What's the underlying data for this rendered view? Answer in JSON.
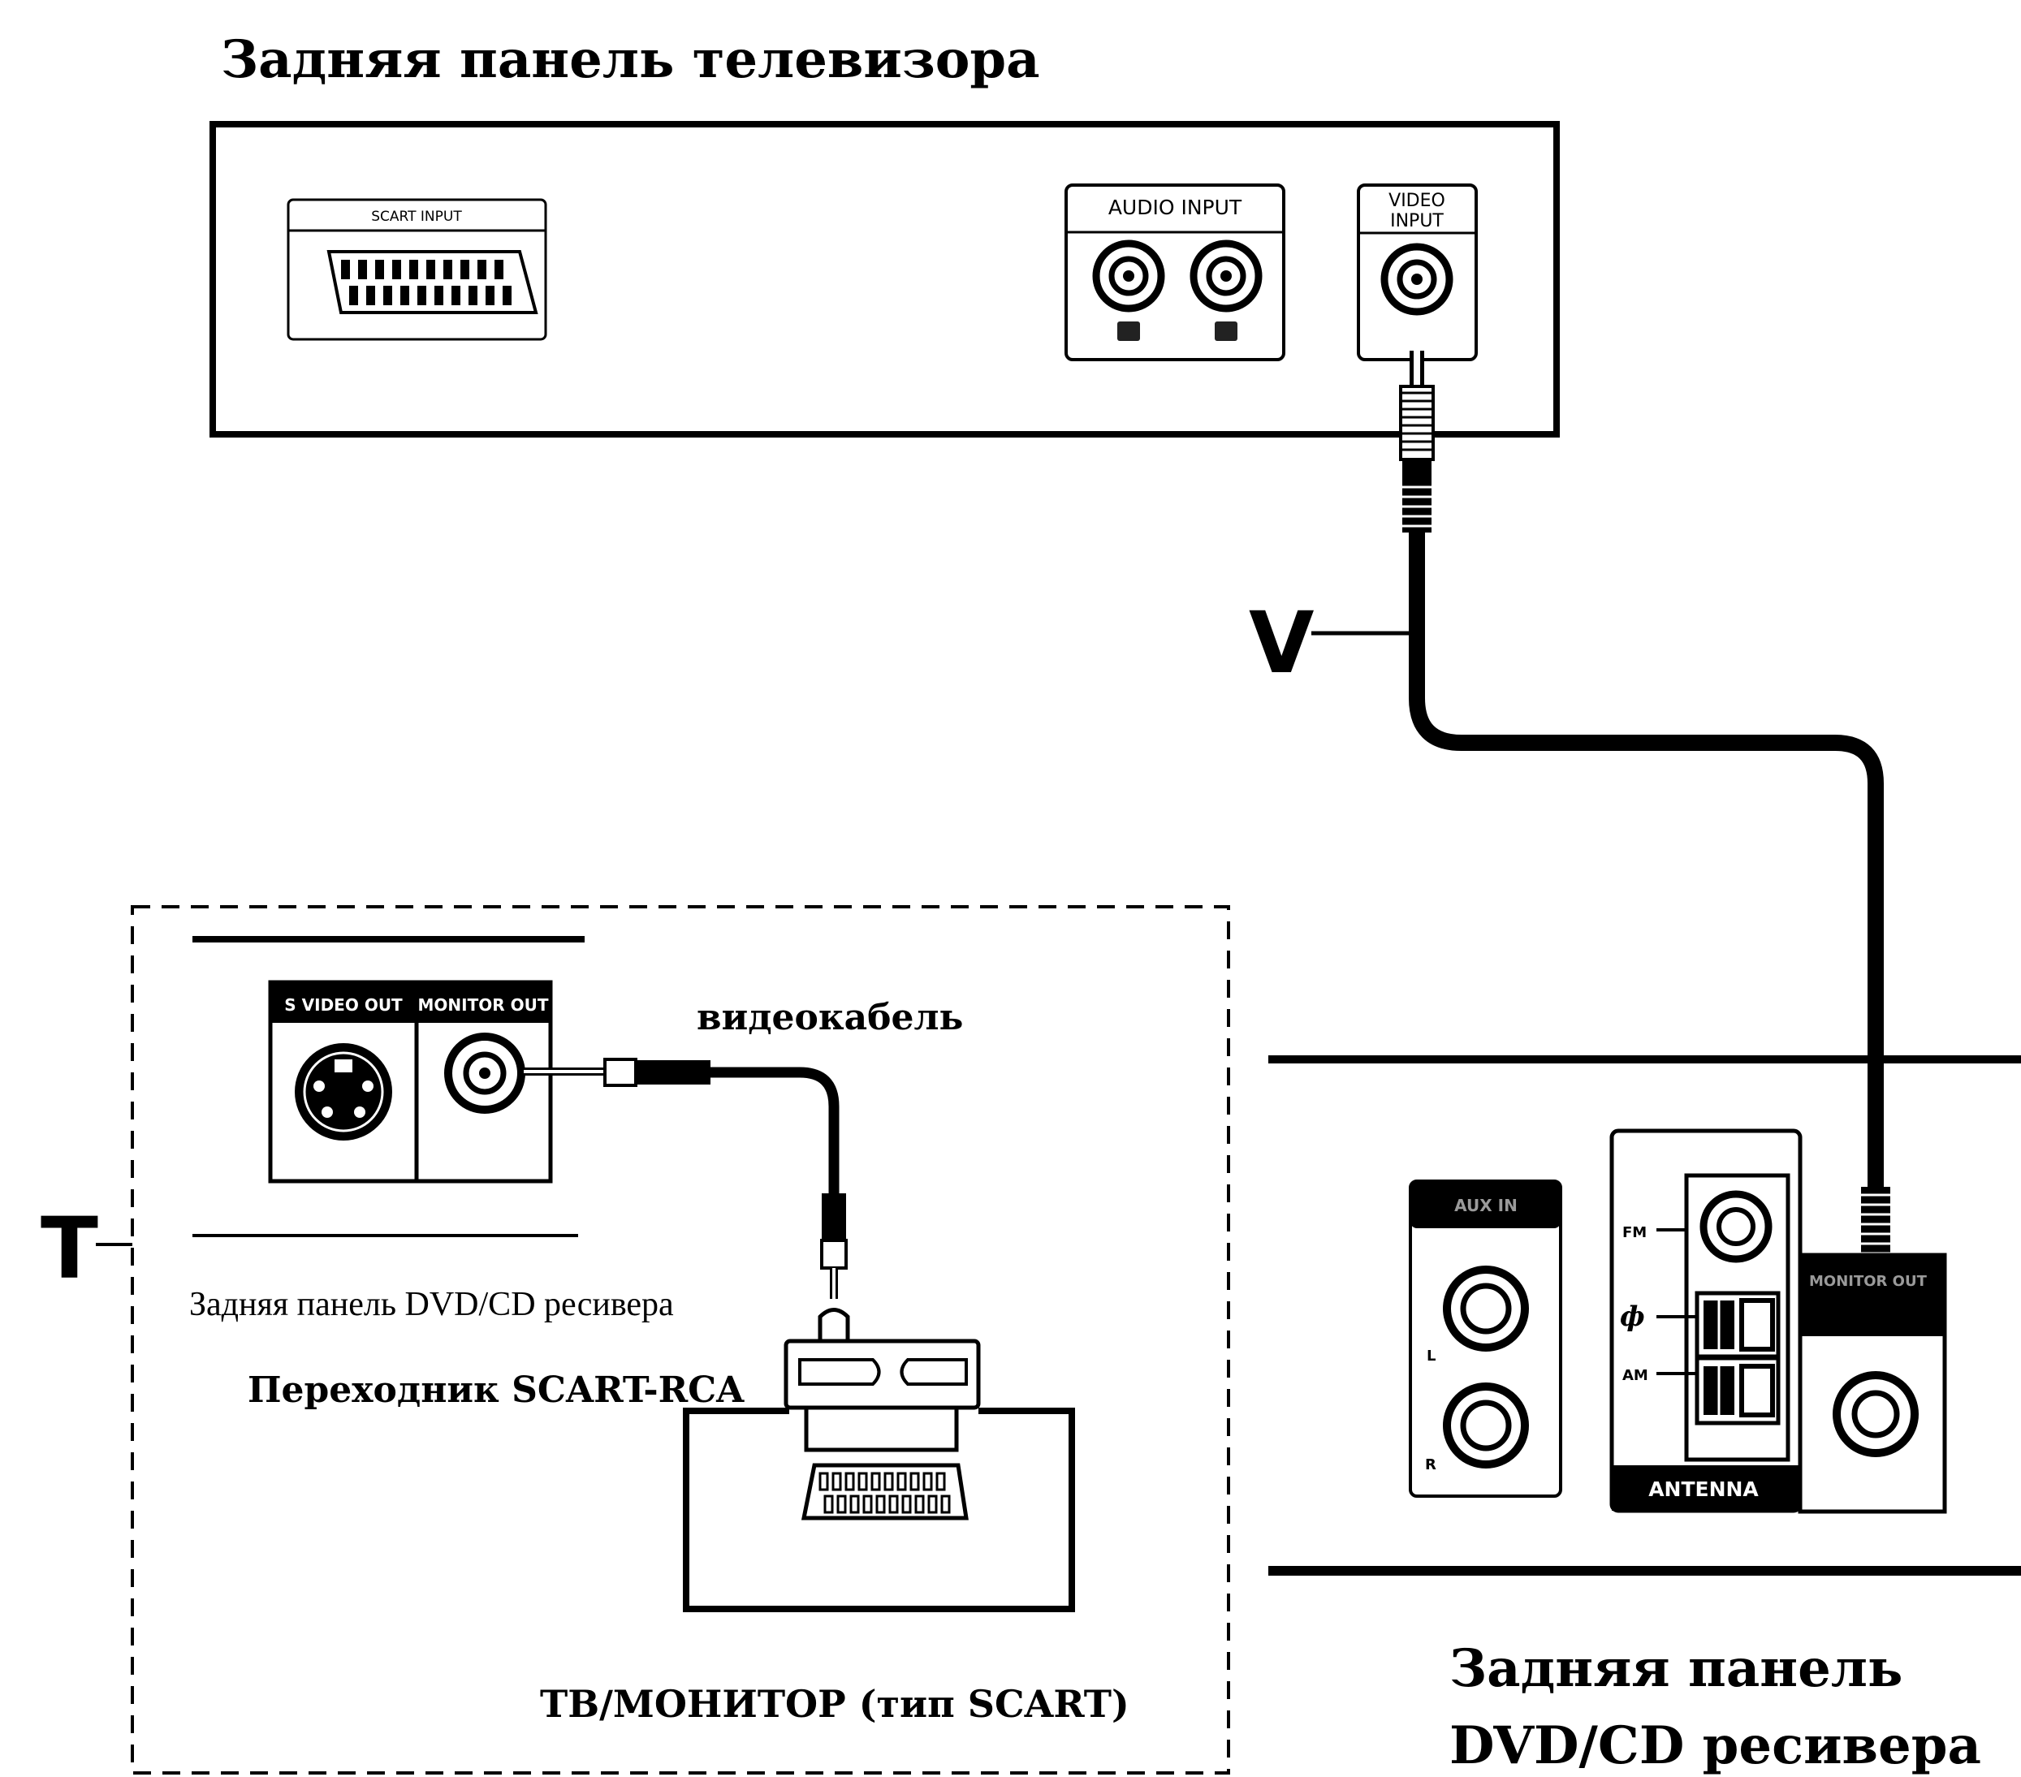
{
  "tv_panel": {
    "title": "Задняя панель телевизора",
    "scart_label": "SCART INPUT",
    "audio_label": "AUDIO INPUT",
    "video_label_line1": "VIDEO",
    "video_label_line2": "INPUT"
  },
  "labels": {
    "v_marker": "V",
    "t_marker": "T"
  },
  "alt_box": {
    "svideo_label": "S VIDEO OUT",
    "monitor_label": "MONITOR OUT",
    "cable_label": "видеокабель",
    "dvd_panel_label": "Задняя панель DVD/CD ресивера",
    "adapter_label": "Переходник SCART-RCA",
    "tv_label": "ТВ/МОНИТОР (тип SCART)"
  },
  "receiver_panel": {
    "aux_label": "AUX IN",
    "aux_l": "L",
    "aux_r": "R",
    "fm_label": "FM",
    "am_label": "AM",
    "antenna_label": "ANTENNA",
    "monitor_label": "MONITOR OUT",
    "title_line1": "Задняя панель",
    "title_line2": "DVD/CD ресивера"
  },
  "colors": {
    "ink": "#000000",
    "paper": "#ffffff",
    "dim_label": "#9a9a9a"
  }
}
